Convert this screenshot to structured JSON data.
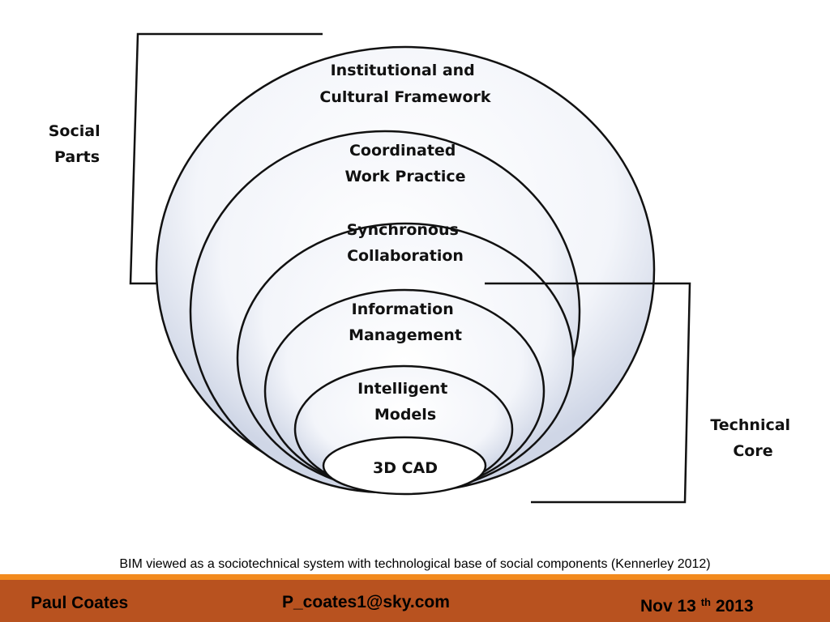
{
  "diagram": {
    "rings": [
      {
        "label_lines": [
          "Institutional and",
          "Cultural Framework"
        ]
      },
      {
        "label_lines": [
          "Coordinated",
          "Work Practice"
        ]
      },
      {
        "label_lines": [
          "Synchronous",
          "Collaboration"
        ]
      },
      {
        "label_lines": [
          "Information",
          "Management"
        ]
      },
      {
        "label_lines": [
          "Intelligent",
          "Models"
        ]
      },
      {
        "label_lines": [
          "3D CAD"
        ]
      }
    ],
    "brackets": {
      "social": {
        "label_lines": [
          "Social",
          "Parts"
        ]
      },
      "technical": {
        "label_lines": [
          "Technical",
          "Core"
        ]
      }
    }
  },
  "caption": "BIM viewed as a sociotechnical system with technological base of social components (Kennerley 2012)",
  "footer": {
    "author": "Paul Coates",
    "email": "P_coates1@sky.com",
    "date_prefix": "Nov 13 ",
    "date_sup": "th",
    "date_suffix": " 2013"
  }
}
